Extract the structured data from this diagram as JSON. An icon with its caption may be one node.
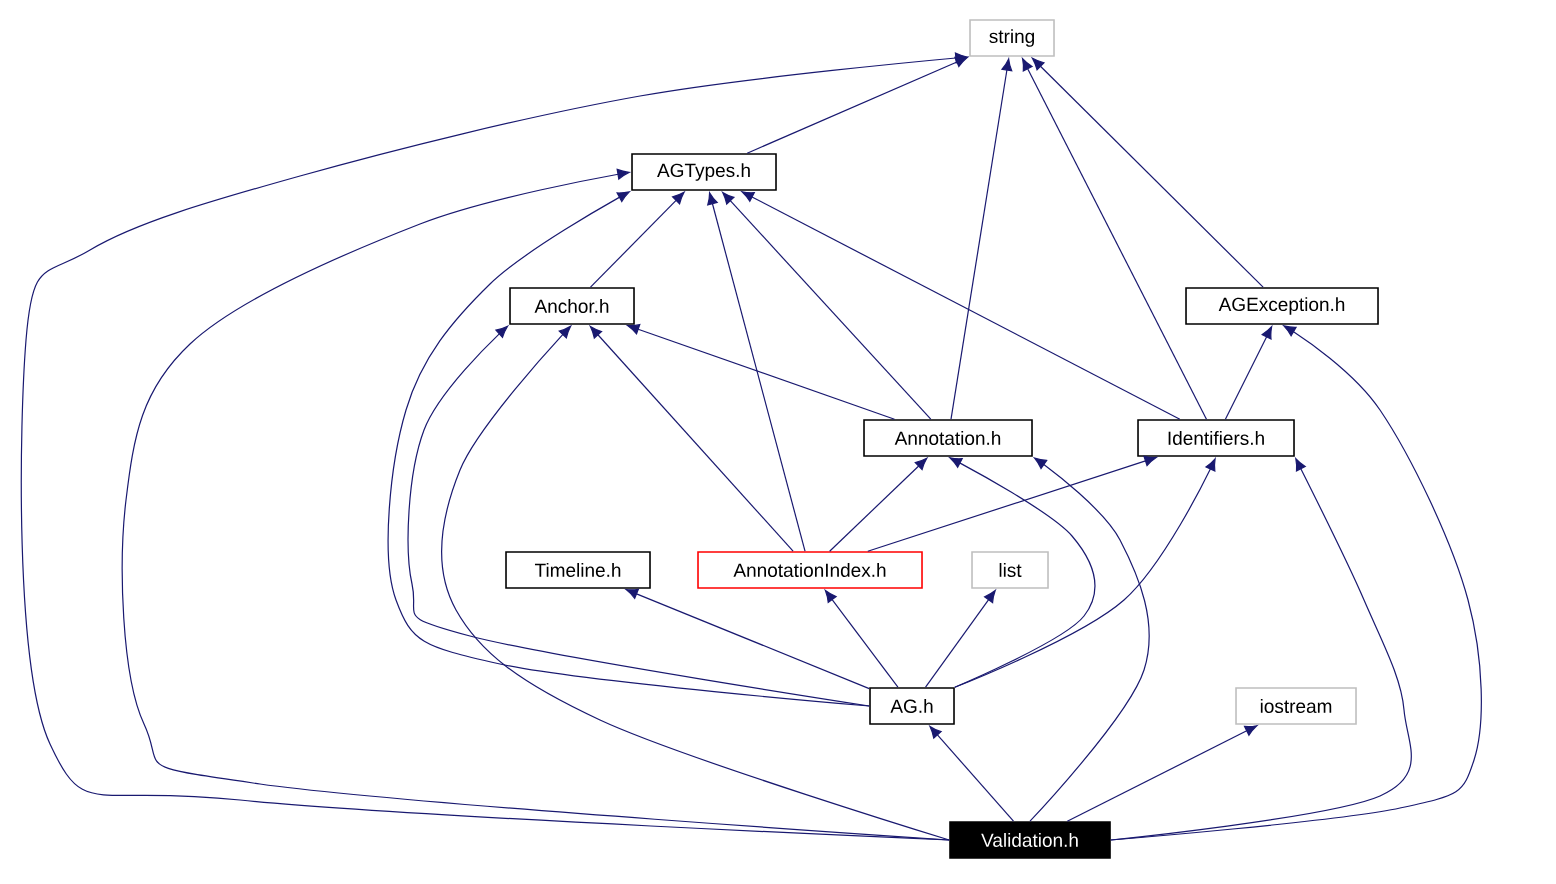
{
  "diagram": {
    "nodes": [
      {
        "text": [
          "string"
        ]
      },
      {
        "text": [
          "AGTypes.h"
        ]
      },
      {
        "text": [
          "Anchor.h"
        ]
      },
      {
        "text": [
          "AGException.h"
        ]
      },
      {
        "text": [
          "Annotation.h"
        ]
      },
      {
        "text": [
          "Identifiers.h"
        ]
      },
      {
        "text": [
          "Timeline.h"
        ]
      },
      {
        "text": [
          "AnnotationIndex.h"
        ]
      },
      {
        "text": [
          "list"
        ]
      },
      {
        "text": [
          "AG.h"
        ]
      },
      {
        "text": [
          "iostream"
        ]
      },
      {
        "text": [
          "Validation.h"
        ]
      }
    ],
    "edges": [
      {
        "from": 1,
        "to": 0,
        "arrow": "to"
      },
      {
        "from": 4,
        "to": 0,
        "arrow": "to"
      },
      {
        "from": 5,
        "to": 0,
        "arrow": "to"
      },
      {
        "from": 3,
        "to": 0,
        "arrow": "to"
      },
      {
        "from": 11,
        "to": 0,
        "arrow": "to"
      },
      {
        "from": 2,
        "to": 1,
        "arrow": "to"
      },
      {
        "from": 4,
        "to": 1,
        "arrow": "to"
      },
      {
        "from": 7,
        "to": 1,
        "arrow": "to"
      },
      {
        "from": 5,
        "to": 1,
        "arrow": "to"
      },
      {
        "from": 9,
        "to": 1,
        "arrow": "to"
      },
      {
        "from": 11,
        "to": 1,
        "arrow": "to"
      },
      {
        "from": 5,
        "to": 3,
        "arrow": "to"
      },
      {
        "from": 11,
        "to": 3,
        "arrow": "to"
      },
      {
        "from": 4,
        "to": 2,
        "arrow": "to"
      },
      {
        "from": 7,
        "to": 2,
        "arrow": "to"
      },
      {
        "from": 9,
        "to": 2,
        "arrow": "to"
      },
      {
        "from": 11,
        "to": 2,
        "arrow": "to"
      },
      {
        "from": 7,
        "to": 4,
        "arrow": "to"
      },
      {
        "from": 9,
        "to": 4,
        "arrow": "to"
      },
      {
        "from": 11,
        "to": 4,
        "arrow": "to"
      },
      {
        "from": 7,
        "to": 5,
        "arrow": "to"
      },
      {
        "from": 9,
        "to": 5,
        "arrow": "to"
      },
      {
        "from": 11,
        "to": 5,
        "arrow": "to"
      },
      {
        "from": 9,
        "to": 6,
        "arrow": "to"
      },
      {
        "from": 9,
        "to": 7,
        "arrow": "to"
      },
      {
        "from": 9,
        "to": 8,
        "arrow": "to"
      },
      {
        "from": 11,
        "to": 9,
        "arrow": "to"
      },
      {
        "from": 11,
        "to": 10,
        "arrow": "to"
      }
    ]
  }
}
